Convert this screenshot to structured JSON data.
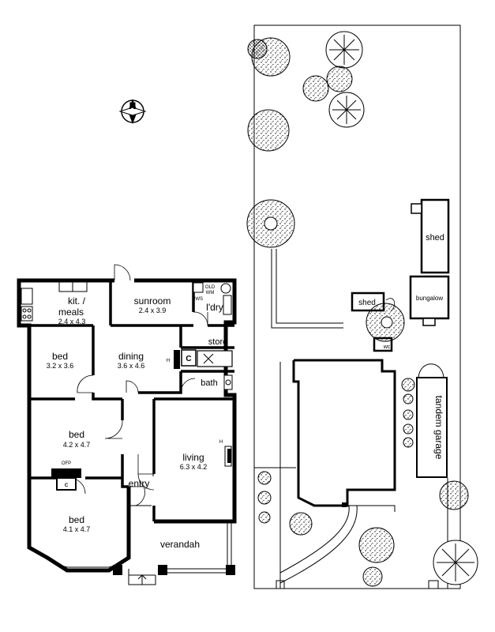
{
  "north": {
    "letter": "N"
  },
  "rooms": [
    {
      "id": "kitchen",
      "name_line1": "kit. /",
      "name_line2": "meals",
      "dims": "2.4 x 4.3"
    },
    {
      "id": "sunroom",
      "name": "sunroom",
      "dims": "2.4 x 3.9"
    },
    {
      "id": "laundry",
      "name": "l'dry"
    },
    {
      "id": "store",
      "name": "store"
    },
    {
      "id": "bath",
      "name": "bath"
    },
    {
      "id": "bed1",
      "name": "bed",
      "dims": "3.2 x 3.6"
    },
    {
      "id": "dining",
      "name": "dining",
      "dims": "3.6 x 4.6"
    },
    {
      "id": "bed2",
      "name": "bed",
      "dims": "4.2 x 4.7"
    },
    {
      "id": "living",
      "name": "living",
      "dims": "6.3 x 4.2"
    },
    {
      "id": "entry",
      "name": "entry"
    },
    {
      "id": "bed3",
      "name": "bed",
      "dims": "4.1 x 4.7"
    },
    {
      "id": "verandah",
      "name": "verandah"
    }
  ],
  "fixtures": {
    "hws": "HWS",
    "old": "OLD",
    "wm": "WM",
    "ofp": "OFP",
    "chimney_c": "C",
    "heater_h": "H"
  },
  "site": {
    "shed_large": "shed",
    "shed_small": "shed",
    "bungalow": "bungalow",
    "wc": "wc",
    "garage": "tandem garage"
  }
}
